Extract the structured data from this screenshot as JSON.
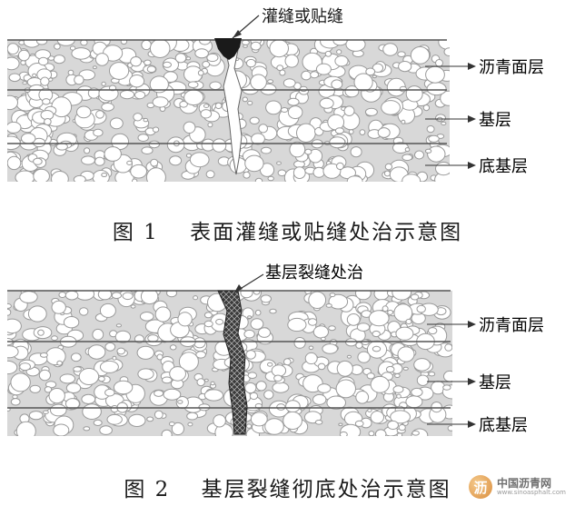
{
  "figure1": {
    "annotation": "灌缝或贴缝",
    "layers": [
      "沥青面层",
      "基层",
      "底基层"
    ],
    "caption": "图 1　 表面灌缝或贴缝处治示意图"
  },
  "figure2": {
    "annotation": "基层裂缝处治",
    "layers": [
      "沥青面层",
      "基层",
      "底基层"
    ],
    "caption": "图 2　 基层裂缝彻底处治示意图"
  },
  "watermark": {
    "logo_glyph": "沥",
    "name": "中国沥青网",
    "url": "www.sinoasphalt.com"
  },
  "colors": {
    "line": "#555555",
    "crack_fill": "#2a2a2a",
    "background": "#ffffff"
  }
}
